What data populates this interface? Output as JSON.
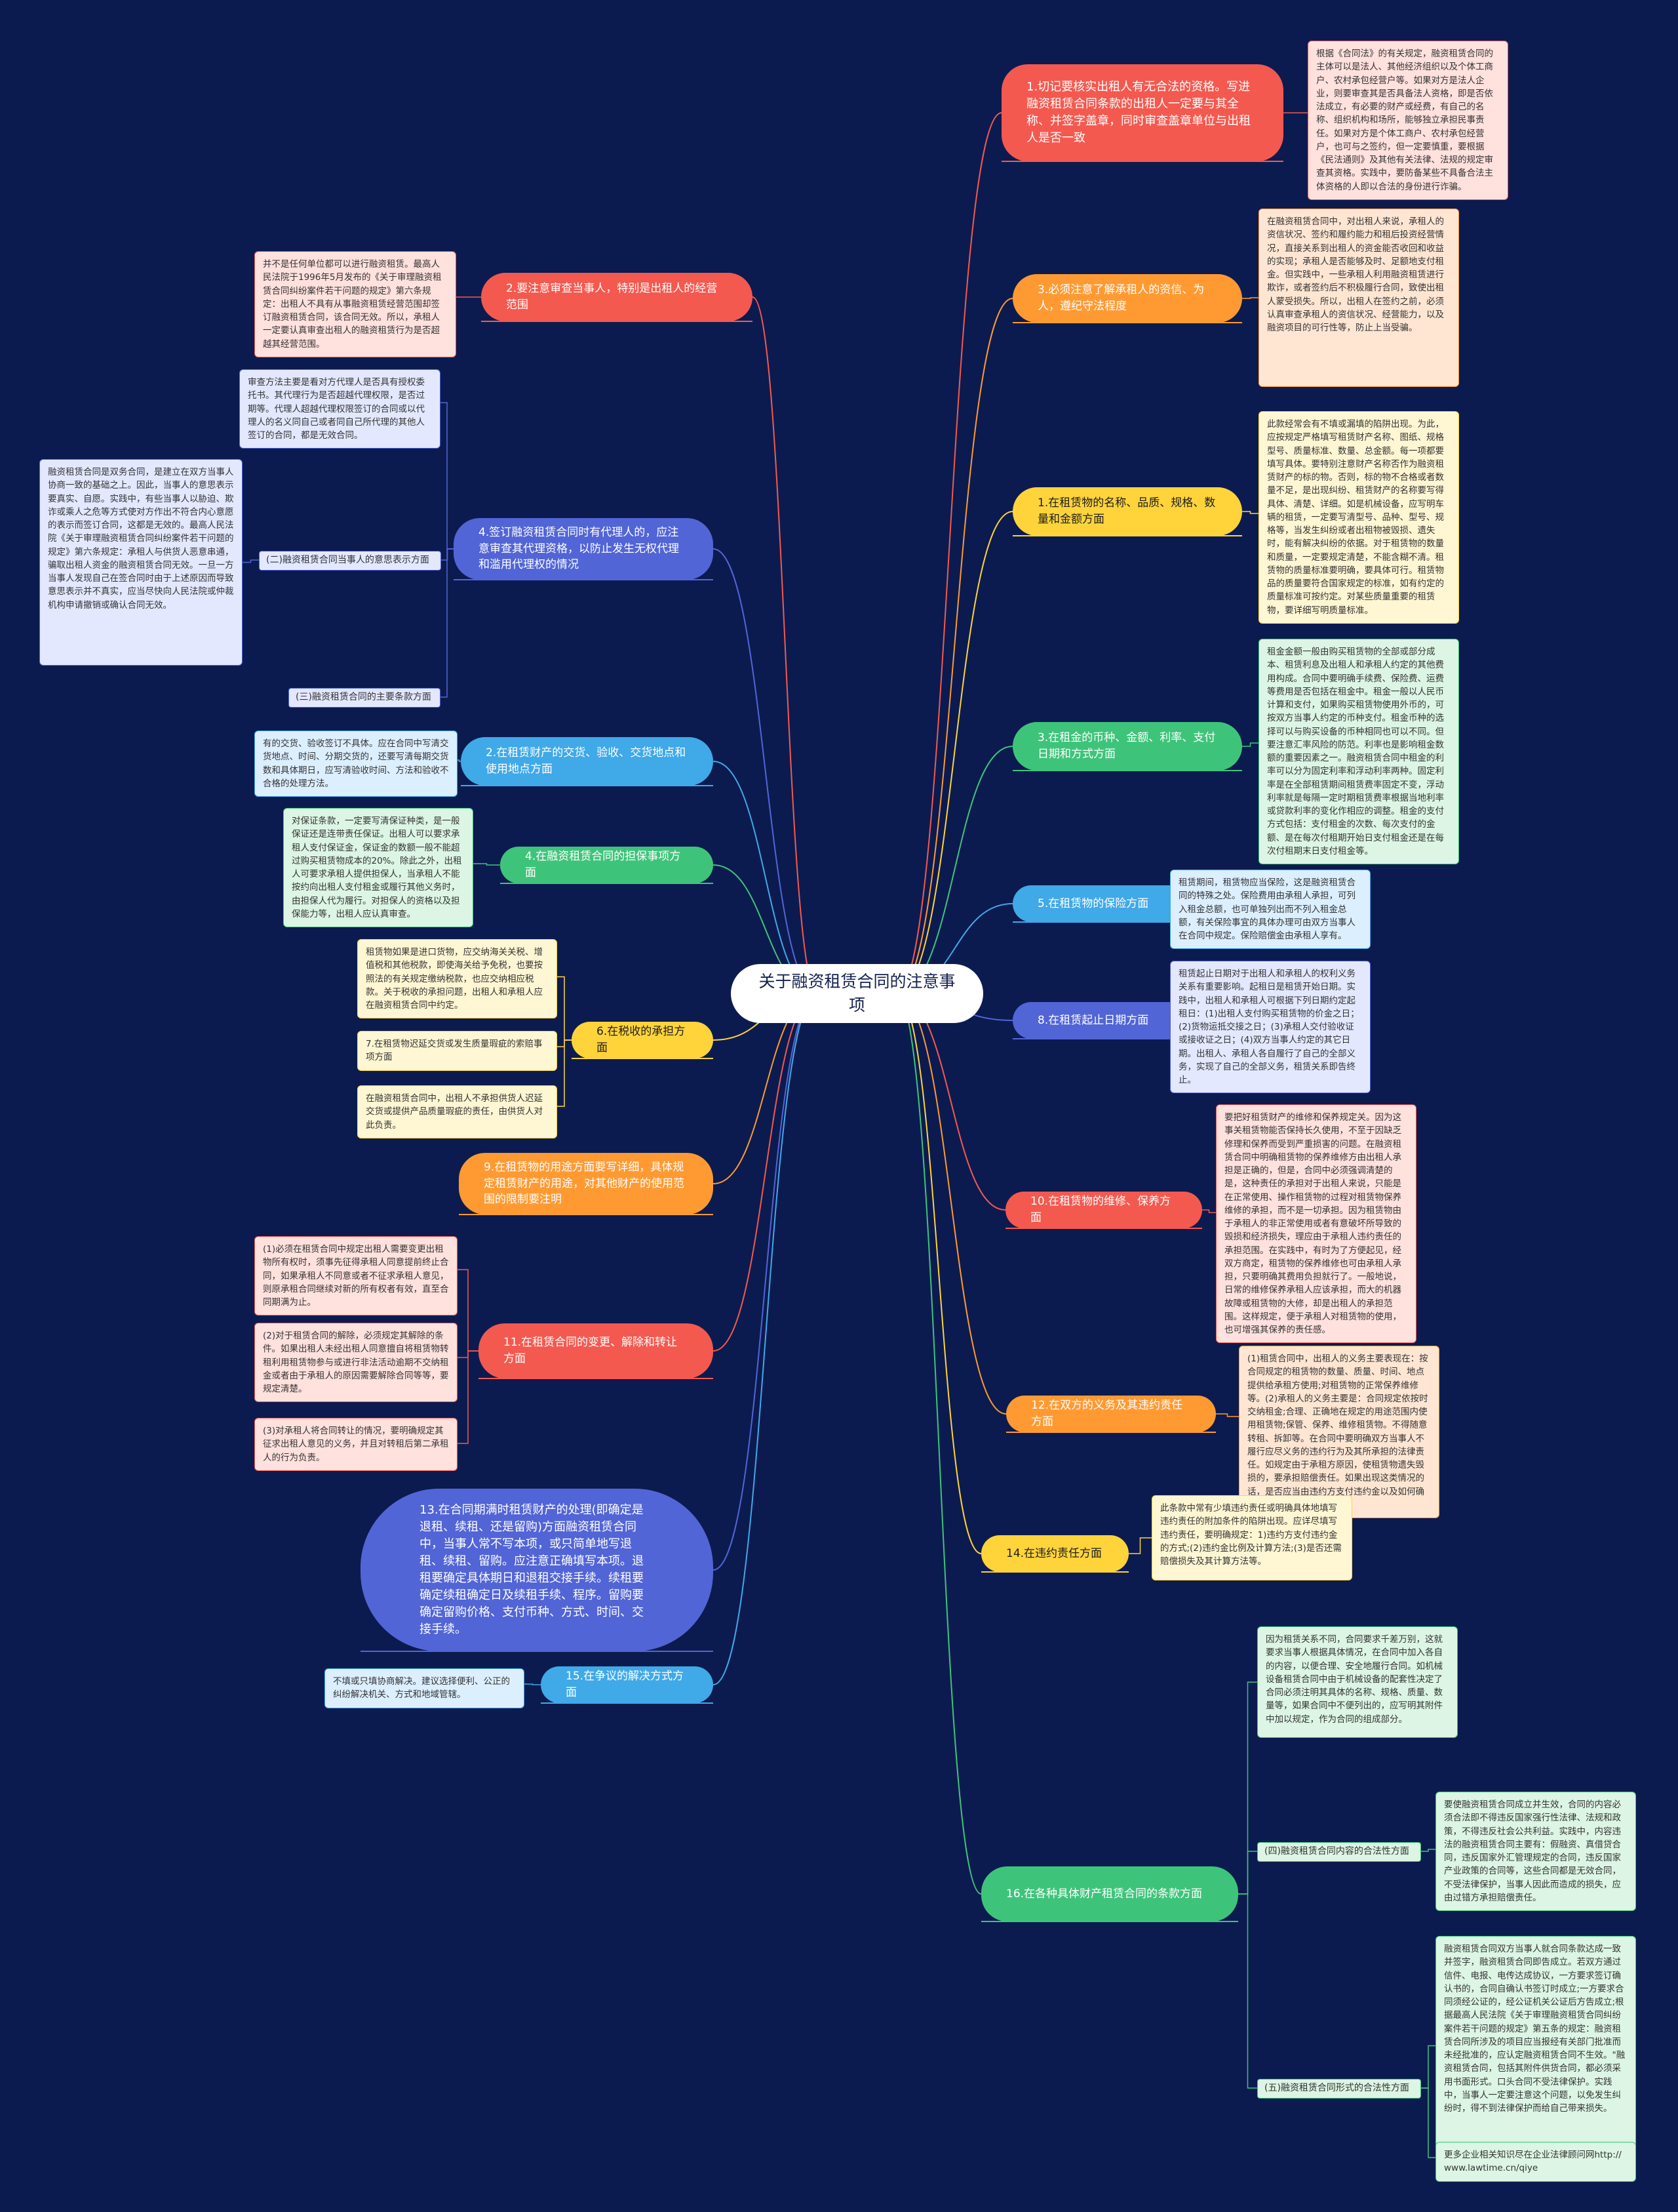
{
  "title": "关于融资租赁合同的注意事项",
  "colors": {
    "background": "#0c1b4f",
    "red": "#f4594f",
    "orange": "#ff9a33",
    "yellow": "#ffd43b",
    "green": "#3ec47a",
    "blue": "#40a9e8",
    "indigo": "#5265d6",
    "orange_light": "#ffe6d3",
    "yellow_light": "#fff6d3",
    "green_light": "#dcf5e4",
    "blue_light": "#dcefff",
    "indigo_light": "#e3e8ff",
    "red_light": "#ffe1de"
  },
  "topics": [
    {
      "label": "1.切记要核实出租人有无合法的资格。写进融资租赁合同条款的出租人一定要与其全称、并签字盖章，同时审查盖章单位与出租人是否一致",
      "color": "red",
      "side": "right",
      "notes": [
        "根据《合同法》的有关规定，融资租赁合同的主体可以是法人、其他经济组织以及个体工商户、农村承包经营户等。如果对方是法人企业，则要审查其是否具备法人资格，即是否依法成立，有必要的财产或经费，有自己的名称、组织机构和场所，能够独立承担民事责任。如果对方是个体工商户、农村承包经营户，也可与之签约，但一定要慎重，要根据《民法通则》及其他有关法律、法规的规定审查其资格。实践中，要防备某些不具备合法主体资格的人即以合法的身份进行诈骗。"
      ]
    },
    {
      "label": "2.要注意审查当事人，特别是出租人的经营范围",
      "color": "red",
      "side": "left",
      "notes": [
        "并不是任何单位都可以进行融资租赁。最高人民法院于1996年5月发布的《关于审理融资租赁合同纠纷案件若干问题的规定》第六条规定：出租人不具有从事融资租赁经营范围却签订融资租赁合同，该合同无效。所以，承租人一定要认真审查出租人的融资租赁行为是否超越其经营范围。"
      ]
    },
    {
      "label": "3.必须注意了解承租人的资信、为人，遵纪守法程度",
      "color": "orange",
      "side": "right",
      "notes": [
        "在融资租赁合同中，对出租人来说，承租人的资信状况、签约和履约能力和租后投资经营情况，直接关系到出租人的资金能否收回和收益的实现；承租人是否能够及时、足额地支付租金。但实践中，一些承租人利用融资租赁进行欺诈，或者签约后不积极履行合同，致使出租人蒙受损失。所以，出租人在签约之前，必须认真审查承租人的资信状况、经营能力，以及融资项目的可行性等，防止上当受骗。"
      ]
    },
    {
      "label": "1.在租赁物的名称、品质、规格、数量和金额方面",
      "color": "yellow",
      "side": "right",
      "notes": [
        "此款经常会有不填或漏填的陷阱出现。为此，应按规定严格填写租赁财产名称、图纸、规格型号、质量标准、数量、总金额。每一项都要填写具体。要特别注意财产名称否作为融资租赁财产的标的物。否则，标的物不合格或者数量不足，是出现纠纷、租赁财产的名称要写得具体、清楚、详细。如是机械设备，应写明车辆的租赁，一定要写清型号、品种、型号、规格等，当发生纠纷或者出租物被毁损、遗失时，能有解决纠纷的依据。对于租赁物的数量和质量，一定要规定清楚，不能含糊不清。租赁物的质量标准要明确，要具体可行。租赁物品的质量要符合国家规定的标准，如有约定的质量标准可按约定。对某些质量重要的租赁物，要详细写明质量标准。"
      ]
    },
    {
      "label": "3.在租金的币种、金额、利率、支付日期和方式方面",
      "color": "green",
      "side": "right",
      "notes": [
        "租金金额一般由购买租赁物的全部或部分成本、租赁利息及出租人和承租人约定的其他费用构成。合同中要明确手续费、保险费、运费等费用是否包括在租金中。租金一般以人民币计算和支付，如果购买租赁物使用外币的，可按双方当事人约定的币种支付。租金币种的选择可以与购买设备的币种相同也可以不同。但要注意汇率风险的防范。利率也是影响租金数额的重要因素之一。融资租赁合同中租金的利率可以分为固定利率和浮动利率两种。固定利率是在全部租赁期间租赁费率固定不变，浮动利率就是每隔一定时期租赁费率根据当地利率或贷款利率的变化作相应的调整。租金的支付方式包括：支付租金的次数、每次支付的金额、是在每次付租期开始日支付租金还是在每次付租期末日支付租金等。"
      ]
    },
    {
      "label": "4.签订融资租赁合同时有代理人的，应注意审查其代理资格，以防止发生无权代理和滥用代理权的情况",
      "color": "indigo",
      "side": "left",
      "notes": [
        "审查方法主要是看对方代理人是否具有授权委托书。其代理行为是否超越代理权限，是否过期等。代理人超越代理权限签订的合同或以代理人的名义同自己或者同自己所代理的其他人签订的合同，都是无效合同。"
      ],
      "sublabels": [
        {
          "label": "(二)融资租赁合同当事人的意思表示方面",
          "notes": [
            "融资租赁合同是双务合同，是建立在双方当事人协商一致的基础之上。因此，当事人的意思表示要真实、自愿。实践中，有些当事人以胁迫、欺诈或乘人之危等方式使对方作出不符合内心意愿的表示而签订合同，这都是无效的。最高人民法院《关于审理融资租赁合同纠纷案件若干问题的规定》第六条规定：承租人与供货人恶意串通，骗取出租人资金的融资租赁合同无效。一旦一方当事人发现自己在签合同时由于上述原因而导致意思表示并不真实，应当尽快向人民法院或仲裁机构申请撤销或确认合同无效。"
          ]
        },
        {
          "label": "(三)融资租赁合同的主要条款方面",
          "notes": []
        }
      ]
    },
    {
      "label": "2.在租赁财产的交货、验收、交货地点和使用地点方面",
      "color": "blue",
      "side": "left",
      "notes": [
        "有的交货、验收签订不具体。应在合同中写清交货地点、时间、分期交货的，还要写清每期交货数和具体期日，应写清验收时间、方法和验收不合格的处理方法。"
      ]
    },
    {
      "label": "5.在租赁物的保险方面",
      "color": "blue",
      "side": "right",
      "notes": [
        "租赁期间，租赁物应当保险，这是融资租赁合同的特殊之处。保险费用由承租人承担，可列入租金总额，也可单独列出而不列入租金总额，有关保险事宜的具体办理可由双方当事人在合同中规定。保险赔偿金由承租人享有。"
      ]
    },
    {
      "label": "4.在融资租赁合同的担保事项方面",
      "color": "green",
      "side": "left",
      "notes": [
        "对保证条款，一定要写清保证种类，是一般保证还是连带责任保证。出租人可以要求承租人支付保证金，保证金的数额一般不能超过购买租赁物成本的20%。除此之外，出租人可要求承租人提供担保人，当承租人不能按约向出租人支付租金或履行其他义务时，由担保人代为履行。对担保人的资格以及担保能力等，出租人应认真审查。"
      ]
    },
    {
      "label": "6.在税收的承担方面",
      "color": "yellow",
      "side": "left",
      "notes": [
        "租赁物如果是进口货物，应交纳海关关税、增值税和其他税款，即使海关给予免税，也要按照法的有关规定缴纳税款，也应交纳相应税款。关于税收的承担问题，出租人和承租人应在融资租赁合同中约定。",
        "7.在租赁物迟延交货或发生质量瑕疵的索赔事项方面",
        "在融资租赁合同中，出租人不承担供货人迟延交货或提供产品质量瑕疵的责任，由供货人对此负责。"
      ]
    },
    {
      "label": "8.在租赁起止日期方面",
      "color": "indigo",
      "side": "right",
      "notes": [
        "租赁起止日期对于出租人和承租人的权利义务关系有重要影响。起租日是租赁开始日期。实践中，出租人和承租人可根据下列日期约定起租日：(1)出租人支付购买租赁物的价金之日；(2)货物运抵交接之日；(3)承租人交付验收证或接收证之日；(4)双方当事人约定的其它日期。出租人、承租人各自履行了自己的全部义务，实现了自己的全部义务，租赁关系即告终止。"
      ]
    },
    {
      "label": "9.在租赁物的用途方面要写详细，具体规定租赁财产的用途，对其他财产的使用范围的限制要注明",
      "color": "orange",
      "side": "left",
      "notes": []
    },
    {
      "label": "10.在租赁物的维修、保养方面",
      "color": "red",
      "side": "right",
      "notes": [
        "要把好租赁财产的维修和保养规定关。因为这事关租赁物能否保持长久使用，不至于因缺乏修理和保养而受到严重损害的问题。在融资租赁合同中明确租赁物的保养维修方由出租人承担是正确的，但是，合同中必须强调清楚的是，这种责任的承担对于出租人来说，只能是在正常使用、操作租赁物的过程对租赁物保养维修的承担，而不是一切承担。因为租赁物由于承租人的非正常使用或者有意破坏所导致的毁损和经济损失，理应由于承租人违约责任的承担范围。在实践中，有时为了方便起见，经双方商定，租赁物的保养维修也可由承租人承担，只要明确其费用负担就行了。一般地说，日常的维修保养承租人应该承担，而大的机器故障或租赁物的大修，却是出租人的承担范围。这样规定，便于承租人对租赁物的使用，也可增强其保养的责任感。"
      ]
    },
    {
      "label": "11.在租赁合同的变更、解除和转让方面",
      "color": "red",
      "side": "left",
      "notes": [
        "(1)必须在租赁合同中规定出租人需要变更出租物所有权时，须事先征得承租人同意提前终止合同，如果承租人不同意或者不征求承租人意见，则原承租合同继续对新的所有权者有效，直至合同期满为止。",
        "(2)对于租赁合同的解除，必须规定其解除的条件。如果出租人未经出租人同意擅自将租赁物转租利用租赁物参与或进行非法活动逾期不交纳租金或者由于承租人的原因需要解除合同等等，要规定清楚。",
        "(3)对承租人将合同转让的情况，要明确规定其征求出租人意见的义务，并且对转租后第二承租人的行为负责。"
      ]
    },
    {
      "label": "12.在双方的义务及其违约责任方面",
      "color": "orange",
      "side": "right",
      "notes": [
        "(1)租赁合同中，出租人的义务主要表现在：按合同规定的租赁物的数量、质量、时间、地点提供给承租方使用;对租赁物的正常保养维修等。(2)承租人的义务主要是：合同规定依按时交纳租金;合理、正确地在规定的用途范围内使用租赁物;保管、保养、维修租赁物。不得随意转租、拆卸等。在合同中要明确双方当事人不履行应尽义务的违约行为及其所承担的法律责任。如规定由于承租方原因，使租赁物遗失毁损的，要承担赔偿责任。如果出现这类情况的话，是否应当由违约方支付违约金以及如何确定违约金的数额等。"
      ]
    },
    {
      "label": "13.在合同期满时租赁财产的处理(即确定是退租、续租、还是留购)方面融资租赁合同中，当事人常不写本项，或只简单地写退租、续租、留购。应注意正确填写本项。退租要确定具体期日和退租交接手续。续租要确定续租确定日及续租手续、程序。留购要确定留购价格、支付币种、方式、时间、交接手续。",
      "color": "indigo",
      "side": "left",
      "notes": []
    },
    {
      "label": "14.在违约责任方面",
      "color": "yellow",
      "side": "right",
      "notes": [
        "此条款中常有少填违约责任或明确具体地填写违约责任的附加条件的陷阱出现。应详尽填写违约责任，要明确规定：1)违约方支付违约金的方式;(2)违约金比例及计算方法;(3)是否还需赔偿损失及其计算方法等。"
      ]
    },
    {
      "label": "15.在争议的解决方式方面",
      "color": "blue",
      "side": "left",
      "notes": [
        "不填或只填协商解决。建议选择便利、公正的纠纷解决机关、方式和地域管辖。"
      ]
    },
    {
      "label": "16.在各种具体财产租赁合同的条款方面",
      "color": "green",
      "side": "right",
      "notes": [
        "因为租赁关系不同，合同要求千差万别，这就要求当事人根据具体情况，在合同中加入各自的内容，以便合理、安全地履行合同。如机械设备租赁合同中由于机械设备的配套性决定了合同必须注明其具体的名称、规格、质量、数量等，如果合同中不便列出的，应写明其附件中加以规定，作为合同的组成部分。"
      ],
      "sublabels": [
        {
          "label": "(四)融资租赁合同内容的合法性方面",
          "notes": [
            "要使融资租赁合同成立并生效，合同的内容必须合法即不得违反国家强行性法律、法规和政策，不得违反社会公共利益。实践中，内容违法的融资租赁合同主要有：假融资、真借贷合同，违反国家外汇管理规定的合同，违反国家产业政策的合同等，这些合同都是无效合同，不受法律保护，当事人因此而造成的损失，应由过错方承担赔偿责任。"
          ]
        },
        {
          "label": "(五)融资租赁合同形式的合法性方面",
          "notes": [
            "融资租赁合同双方当事人就合同条款达成一致并签字，融资租赁合同即告成立。若双方通过信件、电报、电传达成协议，一方要求签订确认书的，合同自确认书签订时成立;一方要求合同须经公证的，经公证机关公证后方告成立;根据最高人民法院《关于审理融资租赁合同纠纷案件若干问题的规定》第五条的规定：融资租赁合同所涉及的项目应当报经有关部门批准而未经批准的，应认定融资租赁合同不生效。\"融资租赁合同，包括其附件供货合同，都必须采用书面形式。口头合同不受法律保护。实践中，当事人一定要注意这个问题，以免发生纠纷时，得不到法律保护而给自己带来损失。",
            "更多企业相关知识尽在企业法律顾问网http://www.lawtime.cn/qiye"
          ]
        }
      ]
    }
  ]
}
